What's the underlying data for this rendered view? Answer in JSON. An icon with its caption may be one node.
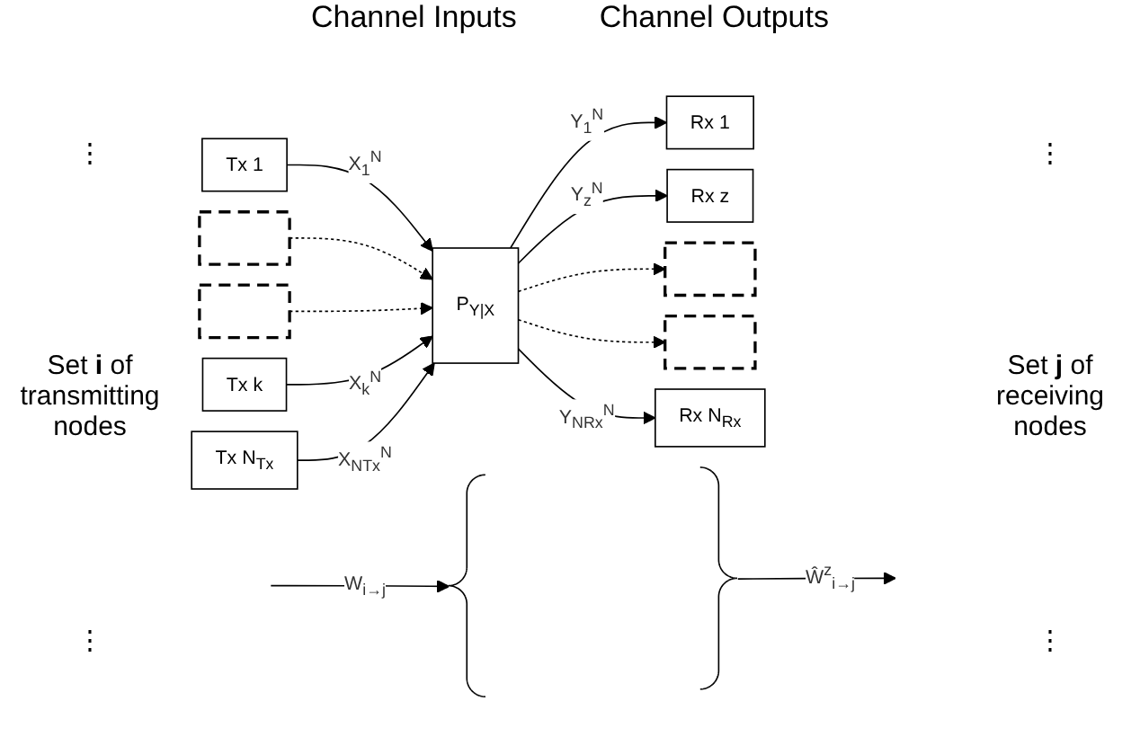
{
  "diagram": {
    "nodes": [
      {
        "text": [
          "Tx 1"
        ]
      },
      {
        "text": [],
        "shape": "box"
      },
      {
        "text": [],
        "shape": "box"
      },
      {
        "text": [
          "Tx k"
        ]
      },
      {
        "text": [
          "Tx N$_{Tx}$"
        ]
      },
      {
        "text": [
          "P$_{Y|X}$"
        ]
      },
      {
        "text": [
          "Rx 1"
        ]
      },
      {
        "text": [
          "Rx z"
        ]
      },
      {
        "text": [],
        "shape": "box"
      },
      {
        "text": [],
        "shape": "box"
      },
      {
        "text": [
          "Rx N$_{Rx}$"
        ]
      },
      {
        "text": [],
        "shape": "brace"
      },
      {
        "text": [],
        "shape": "brace"
      }
    ],
    "edges": [
      {
        "from": 0,
        "to": 5,
        "arrow": "to",
        "label": "X$_{1}$$^{N}$"
      },
      {
        "from": 1,
        "to": 5,
        "arrow": "to",
        "style": "dashed"
      },
      {
        "from": 2,
        "to": 5,
        "arrow": "to",
        "style": "dashed"
      },
      {
        "from": 3,
        "to": 5,
        "arrow": "to",
        "label": "X$_{k}$$^{N}$"
      },
      {
        "from": 4,
        "to": 5,
        "arrow": "to",
        "label": "X$_{NTx}$$^{N}$"
      },
      {
        "from": 5,
        "to": 6,
        "arrow": "to",
        "label": "Y$_{1}$$^{N}$"
      },
      {
        "from": 5,
        "to": 7,
        "arrow": "to",
        "label": "Y$_{z}$$^{N}$"
      },
      {
        "from": 5,
        "to": 8,
        "arrow": "to",
        "style": "dashed"
      },
      {
        "from": 5,
        "to": 9,
        "arrow": "to",
        "style": "dashed"
      },
      {
        "from": 5,
        "to": 10,
        "arrow": "to",
        "label": "Y$_{NRx}$$^{N}$"
      },
      {
        "from": null,
        "to": 11,
        "arrow": "to",
        "label": "W$_{i→j}$"
      },
      {
        "from": 12,
        "to": null,
        "arrow": "to",
        "label": "Ŵ$^{z}$$_{i→j}$"
      }
    ],
    "labels": [
      "Channel Inputs",
      "Channel Outputs",
      "⋮",
      "⋮",
      "Set **i** of transmitting nodes",
      "Set **j** of receiving nodes",
      "⋮",
      "⋮"
    ]
  }
}
